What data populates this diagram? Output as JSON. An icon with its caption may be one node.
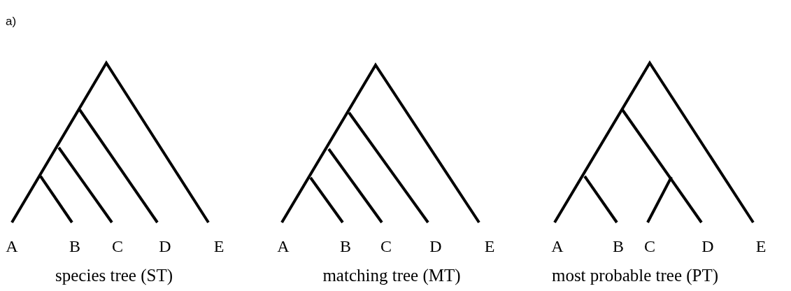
{
  "diagram": {
    "labels": [
      "a)",
      "A",
      "B",
      "C",
      "D",
      "E",
      "A",
      "B",
      "C",
      "D",
      "E",
      "A",
      "B",
      "C",
      "D",
      "E",
      "species tree (ST)",
      "matching tree (MT)",
      "most probable tree (PT)"
    ]
  }
}
